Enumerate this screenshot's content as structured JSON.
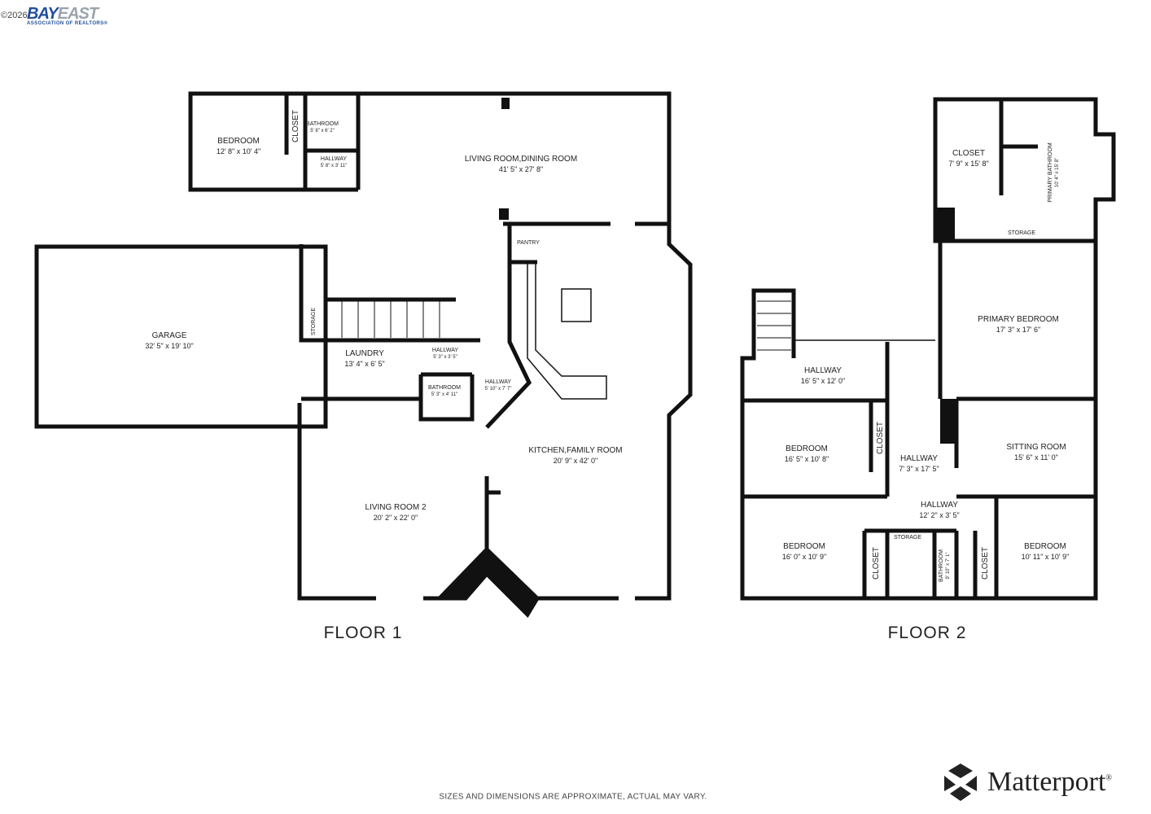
{
  "header": {
    "copyright": "©2026",
    "brand_logo_text": "BAYEAST",
    "brand_logo_sub": "ASSOCIATION OF REALTORS®"
  },
  "floor1": {
    "title": "FLOOR 1",
    "rooms": [
      {
        "name": "BEDROOM",
        "dims": "12' 8\" x 10' 4\""
      },
      {
        "name": "CLOSET",
        "dims": ""
      },
      {
        "name": "BATHROOM",
        "dims": "5' 8\" x 6' 2\""
      },
      {
        "name": "HALLWAY",
        "dims": "5' 8\" x 3' 11\""
      },
      {
        "name": "LIVING ROOM,DINING ROOM",
        "dims": "41' 5\" x 27' 8\""
      },
      {
        "name": "PANTRY",
        "dims": ""
      },
      {
        "name": "GARAGE",
        "dims": "32' 5\" x 19' 10\""
      },
      {
        "name": "STORAGE",
        "dims": ""
      },
      {
        "name": "LAUNDRY",
        "dims": "13' 4\" x 6' 5\""
      },
      {
        "name": "HALLWAY",
        "dims": "5' 3\" x 3' 5\""
      },
      {
        "name": "BATHROOM",
        "dims": "5' 3\" x 4' 11\""
      },
      {
        "name": "HALLWAY",
        "dims": "5' 10\" x 7' 7\""
      },
      {
        "name": "KITCHEN,FAMILY ROOM",
        "dims": "20' 9\" x 42' 0\""
      },
      {
        "name": "LIVING ROOM 2",
        "dims": "20' 2\" x 22' 0\""
      }
    ]
  },
  "floor2": {
    "title": "FLOOR 2",
    "rooms": [
      {
        "name": "CLOSET",
        "dims": "7' 9\" x 15' 8\""
      },
      {
        "name": "PRIMARY BATHROOM",
        "dims": "10' 4\" x 15' 8\""
      },
      {
        "name": "STORAGE",
        "dims": ""
      },
      {
        "name": "PRIMARY BEDROOM",
        "dims": "17' 3\" x 17' 6\""
      },
      {
        "name": "HALLWAY",
        "dims": "16' 5\" x 12' 0\""
      },
      {
        "name": "BEDROOM",
        "dims": "16' 5\" x 10' 8\""
      },
      {
        "name": "CLOSET",
        "dims": ""
      },
      {
        "name": "HALLWAY",
        "dims": "7' 3\" x 17' 5\""
      },
      {
        "name": "SITTING ROOM",
        "dims": "15' 6\" x 11' 0\""
      },
      {
        "name": "HALLWAY",
        "dims": "12' 2\" x 3' 5\""
      },
      {
        "name": "STORAGE",
        "dims": ""
      },
      {
        "name": "BEDROOM",
        "dims": "16' 0\" x 10' 9\""
      },
      {
        "name": "CLOSET",
        "dims": ""
      },
      {
        "name": "BATHROOM",
        "dims": "9' 10\" x 7' 1\""
      },
      {
        "name": "CLOSET",
        "dims": ""
      },
      {
        "name": "BEDROOM",
        "dims": "10' 11\" x 10' 9\""
      }
    ]
  },
  "footer": {
    "disclaimer": "SIZES AND DIMENSIONS ARE APPROXIMATE, ACTUAL MAY VARY.",
    "provider_logo_text": "Matterport®"
  },
  "colors": {
    "wall": "#111111",
    "brand_blue": "#1f4f9c",
    "brand_gray": "#9aa3ad"
  }
}
